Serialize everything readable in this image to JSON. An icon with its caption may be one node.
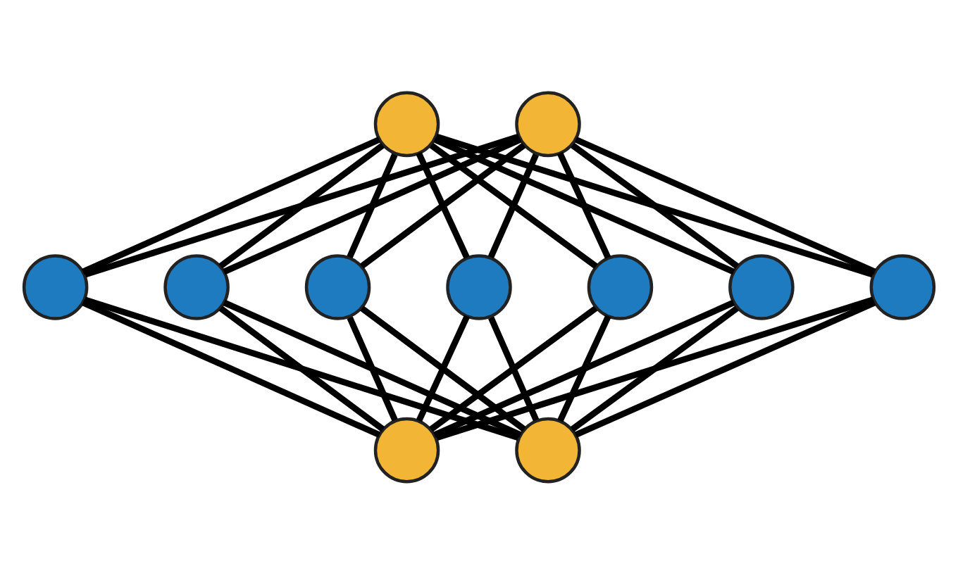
{
  "diagram": {
    "nodes": [
      {
        "text": [],
        "shape": "circle"
      },
      {
        "text": [],
        "shape": "circle"
      },
      {
        "text": [],
        "shape": "circle"
      },
      {
        "text": [],
        "shape": "circle"
      },
      {
        "text": [],
        "shape": "circle"
      },
      {
        "text": [],
        "shape": "circle"
      },
      {
        "text": [],
        "shape": "circle"
      },
      {
        "text": [],
        "shape": "circle"
      },
      {
        "text": [],
        "shape": "circle"
      },
      {
        "text": [],
        "shape": "circle"
      },
      {
        "text": [],
        "shape": "circle"
      }
    ],
    "edges": [
      {
        "from": 0,
        "to": 2,
        "arrow": "none"
      },
      {
        "from": 0,
        "to": 3,
        "arrow": "none"
      },
      {
        "from": 0,
        "to": 4,
        "arrow": "none"
      },
      {
        "from": 0,
        "to": 5,
        "arrow": "none"
      },
      {
        "from": 0,
        "to": 6,
        "arrow": "none"
      },
      {
        "from": 0,
        "to": 7,
        "arrow": "none"
      },
      {
        "from": 0,
        "to": 8,
        "arrow": "none"
      },
      {
        "from": 1,
        "to": 2,
        "arrow": "none"
      },
      {
        "from": 1,
        "to": 3,
        "arrow": "none"
      },
      {
        "from": 1,
        "to": 4,
        "arrow": "none"
      },
      {
        "from": 1,
        "to": 5,
        "arrow": "none"
      },
      {
        "from": 1,
        "to": 6,
        "arrow": "none"
      },
      {
        "from": 1,
        "to": 7,
        "arrow": "none"
      },
      {
        "from": 1,
        "to": 8,
        "arrow": "none"
      },
      {
        "from": 2,
        "to": 9,
        "arrow": "none"
      },
      {
        "from": 3,
        "to": 9,
        "arrow": "none"
      },
      {
        "from": 4,
        "to": 9,
        "arrow": "none"
      },
      {
        "from": 5,
        "to": 9,
        "arrow": "none"
      },
      {
        "from": 6,
        "to": 9,
        "arrow": "none"
      },
      {
        "from": 7,
        "to": 9,
        "arrow": "none"
      },
      {
        "from": 8,
        "to": 9,
        "arrow": "none"
      },
      {
        "from": 2,
        "to": 10,
        "arrow": "none"
      },
      {
        "from": 3,
        "to": 10,
        "arrow": "none"
      },
      {
        "from": 4,
        "to": 10,
        "arrow": "none"
      },
      {
        "from": 5,
        "to": 10,
        "arrow": "none"
      },
      {
        "from": 6,
        "to": 10,
        "arrow": "none"
      },
      {
        "from": 7,
        "to": 10,
        "arrow": "none"
      },
      {
        "from": 8,
        "to": 10,
        "arrow": "none"
      }
    ]
  }
}
